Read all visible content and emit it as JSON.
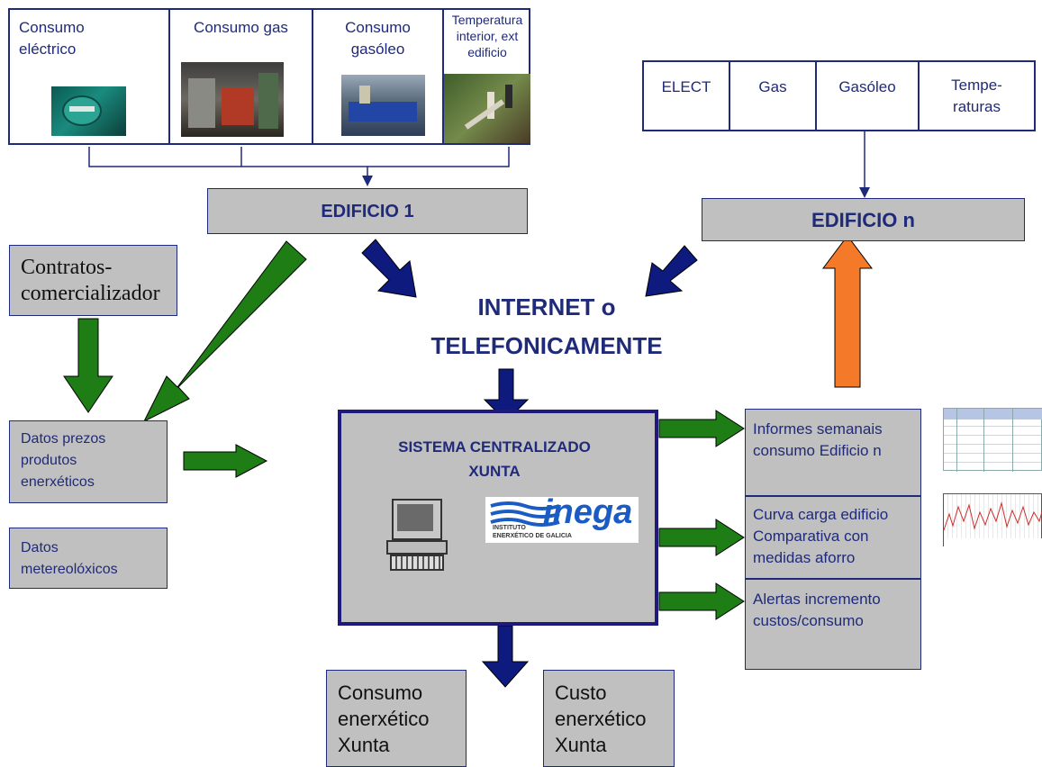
{
  "sources": {
    "electric": "Consumo eléctrico",
    "gas": "Consumo gas",
    "diesel": "Consumo gasóleo",
    "temperature": "Temperatura interior, ext edificio"
  },
  "sources_n": {
    "elect": "ELECT",
    "gas": "Gas",
    "diesel": "Gasóleo",
    "temp": "Tempe-raturas"
  },
  "building1": "EDIFICIO 1",
  "buildingN": "EDIFICIO n",
  "contracts": "Contratos-comercializador",
  "internet": "INTERNET o TELEFONICAMENTE",
  "prices": "Datos prezos produtos enerxéticos",
  "weather": "Datos metereolóxicos",
  "system": "SISTEMA CENTRALIZADO XUNTA",
  "logo": {
    "main": "inega",
    "sub1": "INSTITUTO",
    "sub2": "ENERXÉTICO DE GALICIA"
  },
  "outputs": {
    "reports": "Informes semanais consumo Edificio n",
    "curve": "Curva carga edificio Comparativa con medidas aforro",
    "alerts": "Alertas incremento custos/consumo"
  },
  "bottom": {
    "consumption": "Consumo enerxético Xunta",
    "cost": "Custo enerxético Xunta"
  },
  "colors": {
    "navy": "#1f2a7a",
    "arrow_blue": "#0f1a7e",
    "arrow_green": "#1e7d14",
    "arrow_orange": "#f47a2a",
    "box_grey": "#c0c0c0"
  }
}
